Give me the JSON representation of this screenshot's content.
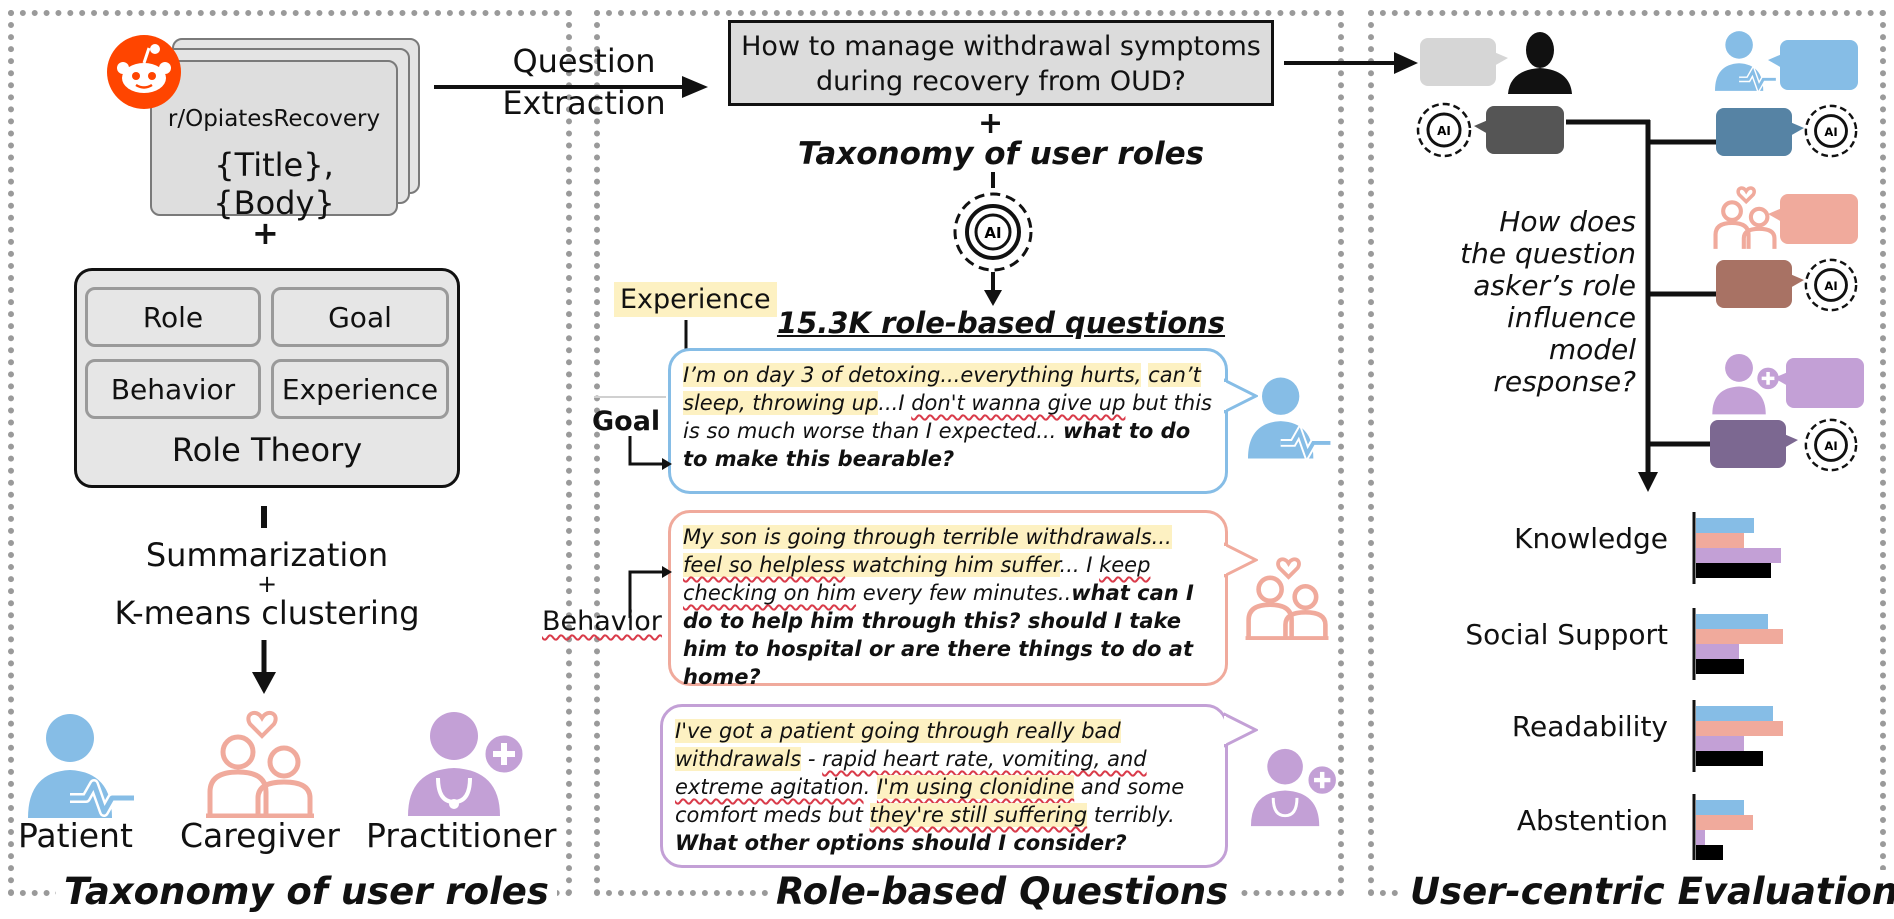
{
  "panels": {
    "left_title": "Taxonomy of user roles",
    "middle_title": "Role-based Questions",
    "right_title": "User-centric Evaluations"
  },
  "left": {
    "subreddit": "r/OpiatesRecovery",
    "post_template": "{Title}, {Body}",
    "plus": "+",
    "role_theory": {
      "title": "Role Theory",
      "items": [
        "Role",
        "Goal",
        "Behavior",
        "Experience"
      ]
    },
    "process_step1": "Summarization",
    "process_plus": "+",
    "process_step2": "K-means clustering",
    "roles": [
      "Patient",
      "Caregiver",
      "Practitioner"
    ]
  },
  "middle": {
    "extraction_label_1": "Question",
    "extraction_label_2": "Extraction",
    "question_1": "How to manage withdrawal symptoms",
    "question_2": "during recovery from OUD?",
    "plus": "+",
    "taxonomy": "Taxonomy of user roles",
    "ai_label": "AI",
    "count_label": "15.3K role-based questions",
    "tags": {
      "experience": "Experience",
      "goal": "Goal",
      "behavior": "Behavior"
    },
    "patient_q": {
      "p1": "I’m on day 3 of detoxing...everything hurts,",
      "p2": "can’t sleep, throwing up",
      "p3": "...I ",
      "p4": "don't wanna give up",
      "p5": "but this is so much worse than I expected...",
      "p6": "what to do to make this bearable?"
    },
    "caregiver_q": {
      "p1": "My son is going through terrible withdrawals...",
      "p2": "feel so helpless",
      "p3": " watching him suffer",
      "p4": "... I ",
      "p5": "keep checking on him",
      "p6": " every few minutes..",
      "p7": "what can I do to help him through this? should I take him to hospital or are there things to do at home?"
    },
    "practitioner_q": {
      "p1": "I've got a patient going through really bad withdrawals",
      "p2": " - ",
      "p3": "rapid heart rate, vomiting, and extreme agitation",
      "p4": ". ",
      "p5": "I'm using clonidine",
      "p6": " and some comfort meds but ",
      "p7": "they're still suffering",
      "p8": " terribly.",
      "p9": "What other options should I consider?"
    }
  },
  "right": {
    "ai_label": "AI",
    "question_1": "How does",
    "question_2": "the question",
    "question_3": "asker’s role",
    "question_4": "influence",
    "question_5": "model",
    "question_6": "response?"
  },
  "colors": {
    "patient": "#86bde6",
    "patient_dark": "#5683a4",
    "caregiver": "#f0aa9c",
    "caregiver_dark": "#a87264",
    "practitioner": "#c3a0d6",
    "practitioner_dark": "#7c6891",
    "generic": "#000000",
    "highlight": "#fdf1c2",
    "reddit": "#ff4500"
  },
  "chart_data": {
    "type": "bar",
    "categories": [
      "Knowledge",
      "Social Support",
      "Readability",
      "Abstention"
    ],
    "series": [
      {
        "values": [
          0.58,
          0.72,
          0.77,
          0.48
        ]
      },
      {
        "values": [
          0.48,
          0.87,
          0.87,
          0.57
        ]
      },
      {
        "values": [
          0.85,
          0.43,
          0.48,
          0.09
        ]
      },
      {
        "values": [
          0.75,
          0.48,
          0.67,
          0.27
        ]
      }
    ],
    "xlim": [
      0,
      1
    ],
    "grid": false
  }
}
